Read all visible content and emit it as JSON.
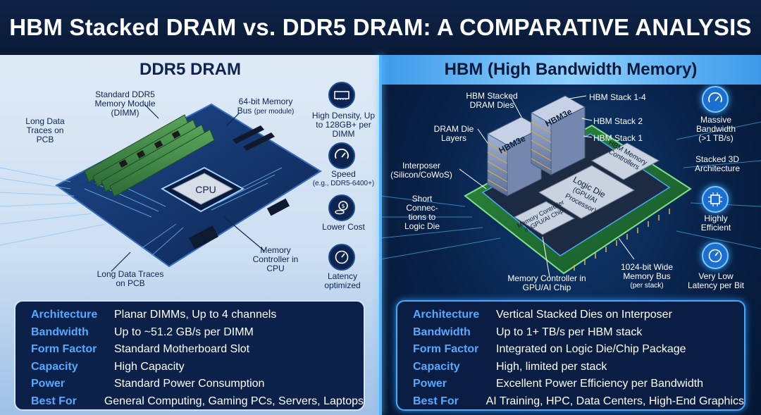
{
  "title": "HBM Stacked DRAM vs. DDR5 DRAM: A COMPARATIVE ANALYSIS",
  "ddr5": {
    "heading": "DDR5 DRAM",
    "labels": {
      "dimm": "Standard DDR5 Memory Module (DIMM)",
      "bus": "64-bit Memory",
      "bus2": "Bus",
      "bus_sub": "(per module)",
      "traces_top": "Long Data Traces on PCB",
      "cpu": "CPU",
      "controller": "Memory Controller in CPU",
      "traces_bottom": "Long Data Traces on PCB"
    },
    "features": [
      {
        "icon": "memory-chip-icon",
        "text": "High Density, Up to 128GB+ per DIMM",
        "sub": ""
      },
      {
        "icon": "speedometer-icon",
        "text": "Speed",
        "sub": "(e.g., DDR5-6400+)"
      },
      {
        "icon": "coins-icon",
        "text": "Lower Cost",
        "sub": ""
      },
      {
        "icon": "gauge-icon",
        "text": "Latency optimized",
        "sub": ""
      }
    ],
    "table": [
      {
        "k": "Architecture",
        "v": "Planar DIMMs, Up to 4 channels"
      },
      {
        "k": "Bandwidth",
        "v": "Up to ~51.2 GB/s per DIMM"
      },
      {
        "k": "Form Factor",
        "v": "Standard Motherboard Slot"
      },
      {
        "k": "Capacity",
        "v": "High Capacity"
      },
      {
        "k": "Power",
        "v": "Standard Power Consumption"
      },
      {
        "k": "Best For",
        "v": "General Computing, Gaming PCs, Servers, Laptops"
      }
    ]
  },
  "hbm": {
    "heading": "HBM (High Bandwidth Memory)",
    "labels": {
      "stacked": "HBM Stacked DRAM Dies",
      "layers": "DRAM Die Layers",
      "interposer": "Interposer (Silicon/CoWoS)",
      "short": "Short Connec-tions to Logic Die",
      "stack14": "HBM Stack 1-4",
      "stack2": "HBM Stack 2",
      "stack1": "HBM Stack 1",
      "chip_a": "HBM3e",
      "chip_b": "HBM3e",
      "hbm_ctrl": "HBM Memory Controllers",
      "logic": "Logic Die",
      "logic_sub": "(GPU/AI Processor)",
      "mem_ctrl_chip": "Memory Controller in GPU/AI Chip",
      "mem_ctrl": "Memory Controller in GPU/AI Chip",
      "bus": "1024-bit Wide Memory Bus",
      "bus_sub": "(per stack)"
    },
    "features": [
      {
        "icon": "speedometer-icon",
        "text": "Massive Bandwidth (>1 TB/s)"
      },
      {
        "icon": "stack-3d-icon",
        "text": "Stacked 3D Architecture"
      },
      {
        "icon": "efficiency-chip-icon",
        "text": "Highly Efficient"
      },
      {
        "icon": "latency-gauge-icon",
        "text": "Very Low Latency per Bit"
      }
    ],
    "table": [
      {
        "k": "Architecture",
        "v": "Vertical Stacked Dies on Interposer"
      },
      {
        "k": "Bandwidth",
        "v": "Up to 1+ TB/s per HBM stack"
      },
      {
        "k": "Form Factor",
        "v": "Integrated on Logic Die/Chip Package"
      },
      {
        "k": "Capacity",
        "v": "High, limited per stack"
      },
      {
        "k": "Power",
        "v": "Excellent Power Efficiency per Bandwidth"
      },
      {
        "k": "Best For",
        "v": "AI Training, HPC, Data Centers, High-End Graphics"
      }
    ]
  }
}
